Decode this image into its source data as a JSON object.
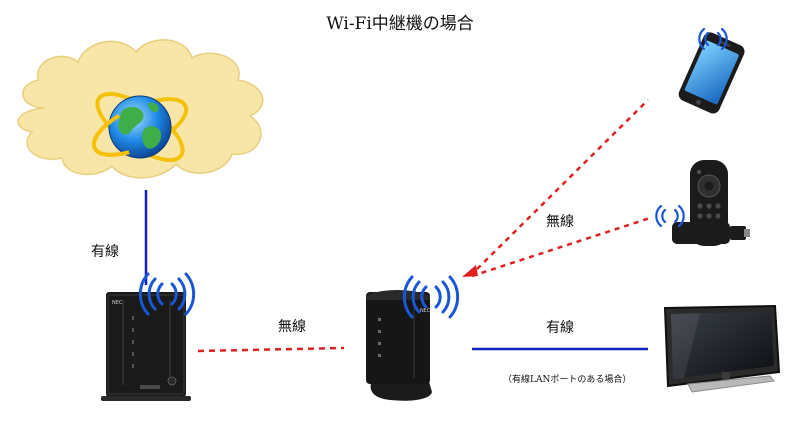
{
  "diagram": {
    "title": "Wi-Fi中継機の場合",
    "labels": {
      "wired_internet": "有線",
      "wireless_router_repeater": "無線",
      "wireless_devices": "無線",
      "wired_tv": "有線",
      "wired_note": "（有線LANポートのある場合）"
    },
    "device_marks": {
      "router_brand": "NEC",
      "repeater_brand": "NEC"
    },
    "colors": {
      "wired_line": "#1020c0",
      "wireless_line": "#e02020",
      "cloud_fill": "#f8e6a8",
      "wave": "#1a56d8",
      "device_body": "#1a1a1a"
    }
  }
}
